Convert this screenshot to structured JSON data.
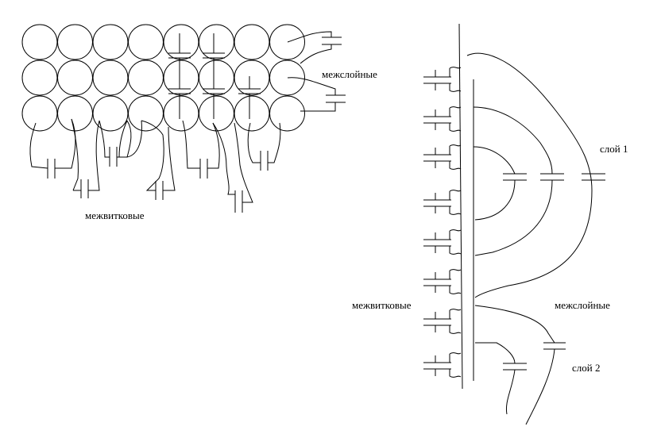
{
  "labels": {
    "left_interlayer": "межслойные",
    "left_interturn": "межвитковые",
    "right_layer1": "слой 1",
    "right_interturn": "межвитковые",
    "right_interlayer": "межслойные",
    "right_layer2": "слой 2"
  },
  "winding_cross_section": {
    "rows": 3,
    "columns": 8
  },
  "colors": {
    "line": "#000000",
    "background": "#ffffff"
  }
}
